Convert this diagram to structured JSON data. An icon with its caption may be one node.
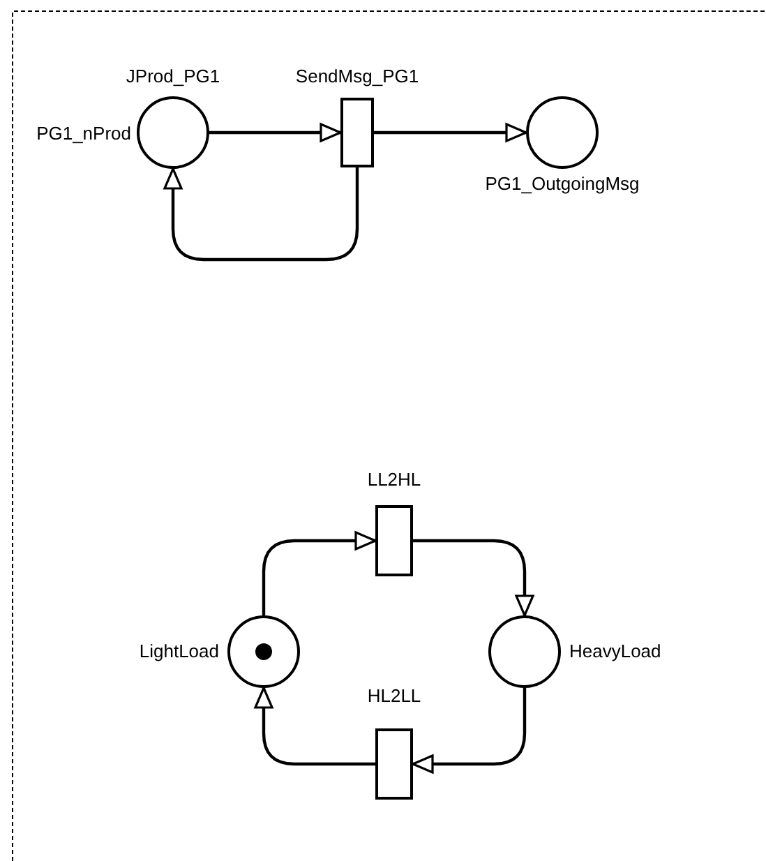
{
  "diagram": {
    "nodes": [
      {
        "text": [
          "JProd_PG1",
          "PG1_nProd"
        ]
      },
      {
        "text": [
          "SendMsg_PG1"
        ]
      },
      {
        "text": [
          "PG1_OutgoingMsg"
        ]
      },
      {
        "text": [
          "LL2HL"
        ]
      },
      {
        "text": [
          "LightLoad"
        ]
      },
      {
        "text": [
          "HeavyLoad"
        ]
      },
      {
        "text": [
          "HL2LL"
        ]
      }
    ],
    "edges": [
      {
        "from": 0,
        "to": 1,
        "arrow": "to"
      },
      {
        "from": 1,
        "to": 2,
        "arrow": "to"
      },
      {
        "from": 1,
        "to": 0,
        "arrow": "to"
      },
      {
        "from": 4,
        "to": 3,
        "arrow": "to"
      },
      {
        "from": 3,
        "to": 5,
        "arrow": "to"
      },
      {
        "from": 5,
        "to": 6,
        "arrow": "to"
      },
      {
        "from": 6,
        "to": 4,
        "arrow": "to"
      }
    ]
  }
}
